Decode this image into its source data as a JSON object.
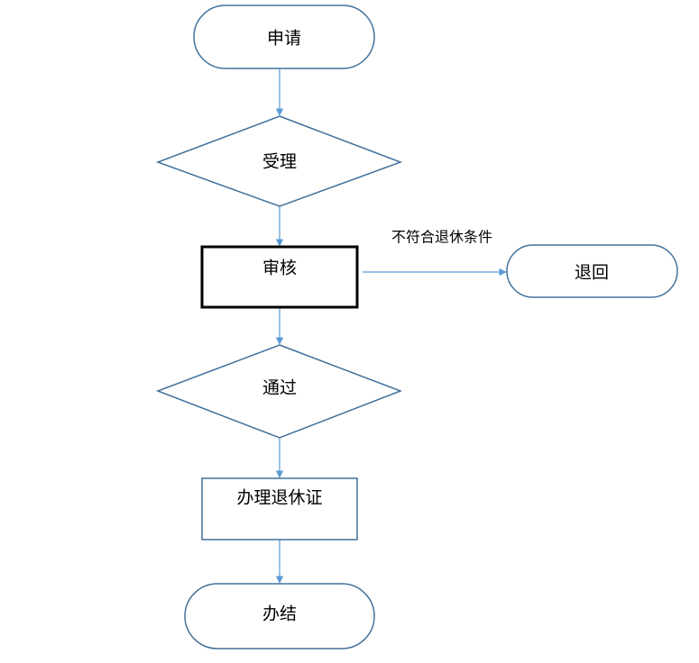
{
  "diagram": {
    "type": "flowchart",
    "colors": {
      "shape_stroke": "#41719c",
      "connector": "#5b9bd5",
      "emphasis_stroke": "#000000"
    },
    "nodes": {
      "apply": {
        "shape": "terminal",
        "label": "申请"
      },
      "accept": {
        "shape": "decision",
        "label": "受理"
      },
      "review": {
        "shape": "process",
        "emphasis": "bold-border",
        "label": "审核"
      },
      "return": {
        "shape": "terminal",
        "label": "退回"
      },
      "pass": {
        "shape": "decision",
        "label": "通过"
      },
      "issue_certificate": {
        "shape": "process",
        "label": "办理退休证"
      },
      "complete": {
        "shape": "terminal",
        "label": "办结"
      }
    },
    "edges": [
      {
        "from": "apply",
        "to": "accept",
        "label": ""
      },
      {
        "from": "accept",
        "to": "review",
        "label": ""
      },
      {
        "from": "review",
        "to": "return",
        "label": "不符合退休条件"
      },
      {
        "from": "review",
        "to": "pass",
        "label": ""
      },
      {
        "from": "pass",
        "to": "issue_certificate",
        "label": ""
      },
      {
        "from": "issue_certificate",
        "to": "complete",
        "label": ""
      }
    ]
  }
}
